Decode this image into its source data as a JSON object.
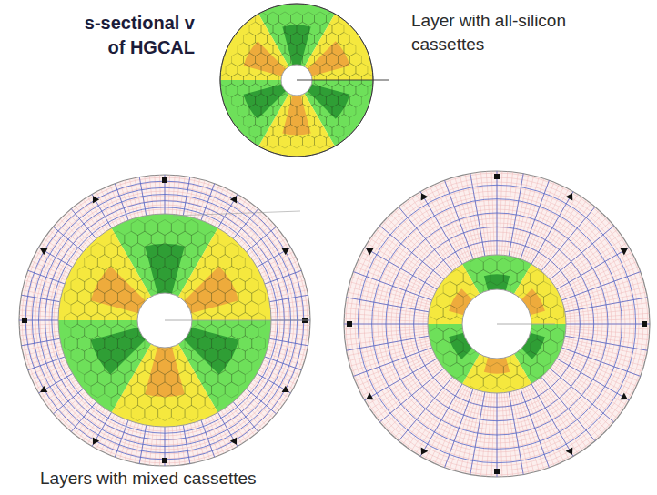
{
  "diagram": {
    "title": "s-sectional v of HGCAL",
    "labels": [
      "Layer with all-silicon cassettes",
      "Layers with mixed cassettes"
    ]
  }
}
